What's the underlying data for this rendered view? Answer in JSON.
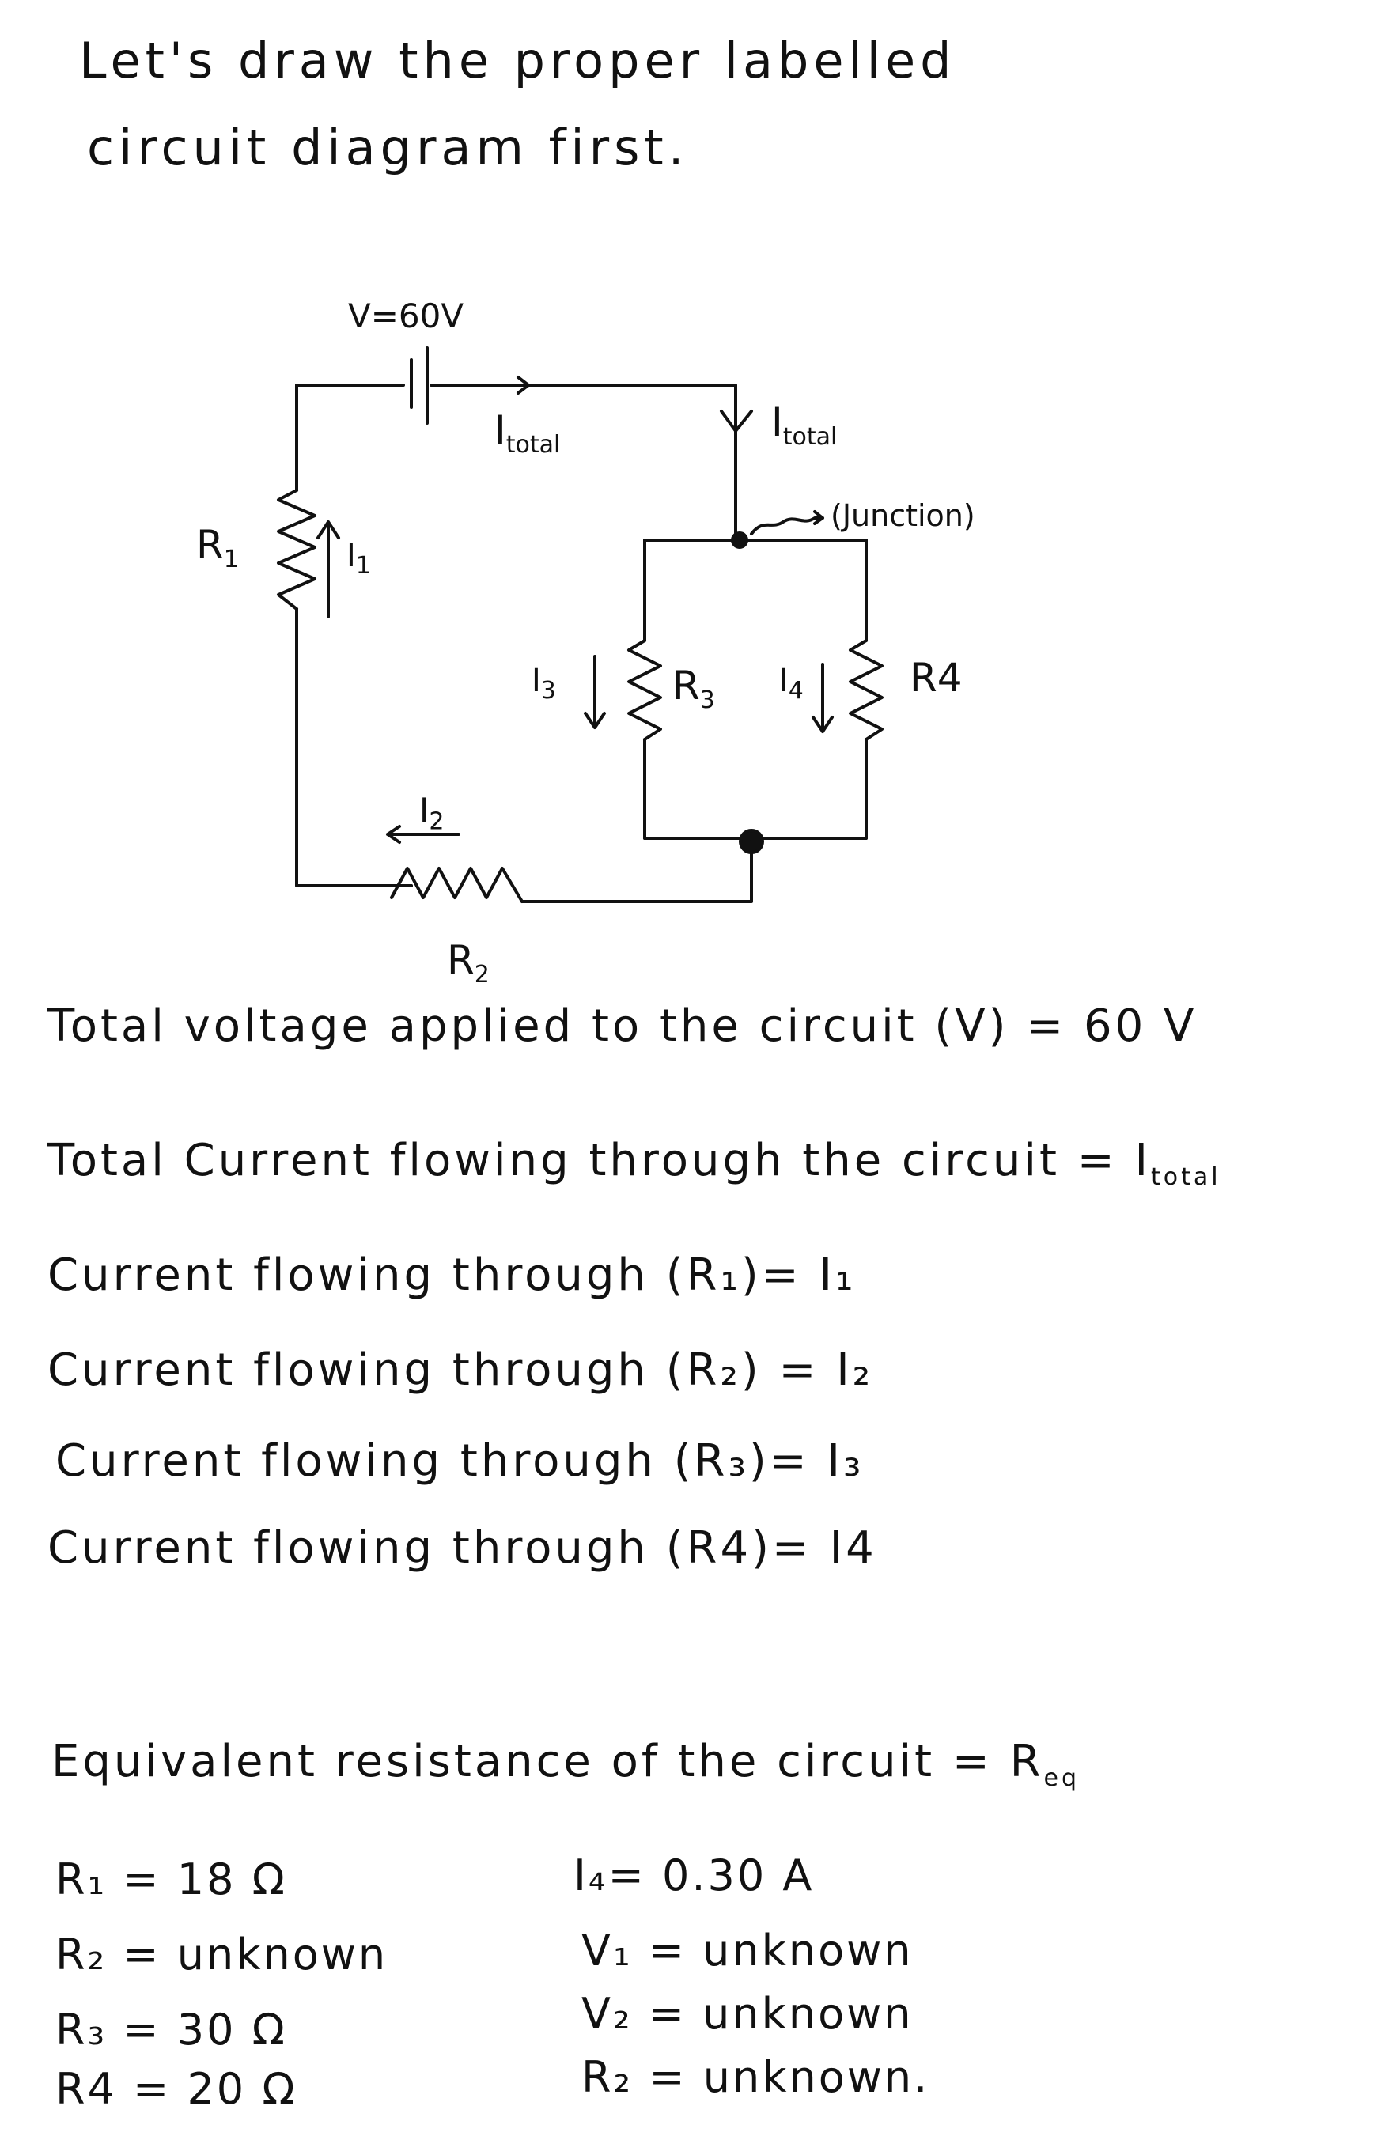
{
  "intro": {
    "line1": "Let's draw the proper labelled",
    "line2": "circuit diagram first."
  },
  "circuit": {
    "voltage_label": "V=60V",
    "i_total": "I",
    "i_total_sub": "total",
    "junction": "(Junction)",
    "r1": "R",
    "r1_sub": "1",
    "i1": "I",
    "i1_sub": "1",
    "r2": "R",
    "r2_sub": "2",
    "i2": "I",
    "i2_sub": "2",
    "r3": "R",
    "r3_sub": "3",
    "i3": "I",
    "i3_sub": "3",
    "r4": "R4",
    "i4": "I",
    "i4_sub": "4"
  },
  "statements": [
    "Total voltage applied to the circuit (V) = 60 V",
    "Total Current flowing through the circuit = I",
    "Current flowing through (R₁)= I₁",
    "Current flowing through (R₂) = I₂",
    "Current flowing through (R₃)= I₃",
    "Current flowing through (R4)= I4",
    "Equivalent resistance of the circuit = R"
  ],
  "statement_subs": {
    "itotal": "total",
    "req": "eq"
  },
  "given_left": [
    "R₁ = 18 Ω",
    "R₂ = unknown",
    "R₃ = 30 Ω",
    "R4 = 20 Ω"
  ],
  "given_right": [
    "I₄= 0.30 A",
    "V₁ = unknown",
    "V₂ = unknown",
    "R₂ = unknown."
  ]
}
